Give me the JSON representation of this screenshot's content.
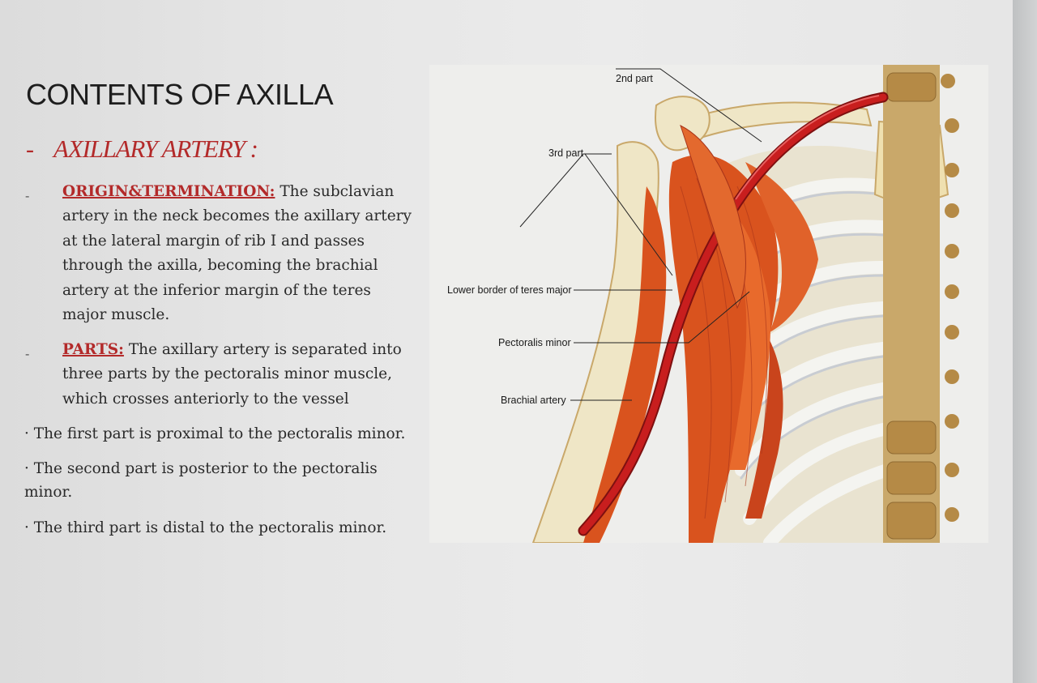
{
  "slide": {
    "title": "CONTENTS OF AXILLA",
    "section_dash": "-",
    "section_heading": "AXILLARY ARTERY :",
    "paragraphs": [
      {
        "dash": "-",
        "lead": "ORIGIN&TERMINATION:",
        "text": " The subclavian artery in the neck becomes the axillary artery at the lateral margin of rib I and passes through the axilla, becoming the brachial artery at the inferior margin of the teres major muscle."
      },
      {
        "dash": "-",
        "lead": "PARTS:",
        "text": " The axillary artery is separated into three parts by the pectoralis minor muscle, which crosses anteriorly to the vessel"
      }
    ],
    "bullets": [
      "· The first part is proximal to the pectoralis minor.",
      "· The second part is posterior to the pectoralis minor.",
      "· The third part is distal to the pectoralis minor."
    ]
  },
  "figure": {
    "labels": {
      "part2": "2nd part",
      "part3": "3rd part",
      "teres": "Lower border of teres major",
      "pectoralis": "Pectoralis minor",
      "brachial": "Brachial artery"
    },
    "colors": {
      "muscle": "#d9531e",
      "muscle_dark": "#a8341a",
      "artery": "#c81e1e",
      "bone": "#efe6c6",
      "bone_shade": "#c9a86a",
      "rib": "#f2f2ee",
      "vertebra": "#b58a46"
    }
  }
}
